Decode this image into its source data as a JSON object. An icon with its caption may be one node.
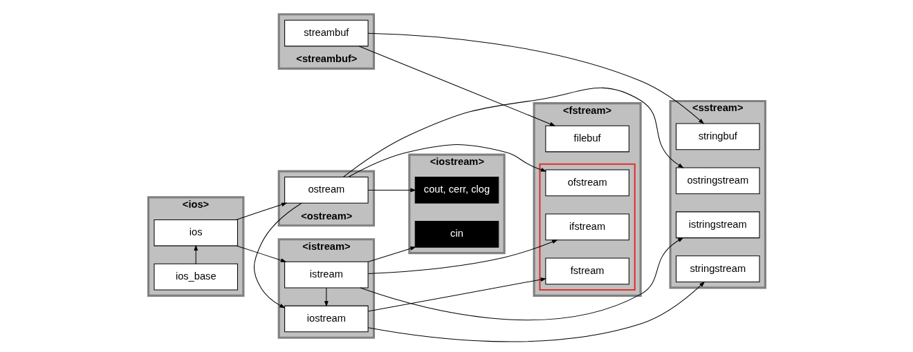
{
  "diagram": {
    "nodes": [
      {
        "text": [
          "<ios>"
        ]
      },
      {
        "text": [
          "ios_base"
        ],
        "in": 0
      },
      {
        "text": [
          "ios"
        ],
        "in": 0
      },
      {
        "text": [
          "<istream>"
        ]
      },
      {
        "text": [
          "istream"
        ],
        "in": 3
      },
      {
        "text": [
          "iostream"
        ],
        "in": 3
      },
      {
        "text": [
          "<ostream>"
        ]
      },
      {
        "text": [
          "ostream"
        ],
        "in": 6
      },
      {
        "text": [
          "<streambuf>"
        ]
      },
      {
        "text": [
          "streambuf"
        ],
        "in": 8
      },
      {
        "text": [
          "<iostream>"
        ]
      },
      {
        "text": [
          "cin"
        ],
        "in": 10
      },
      {
        "text": [
          "cout, cerr, clog"
        ],
        "in": 10
      },
      {
        "text": [
          "<fstream>"
        ]
      },
      {
        "text": [],
        "shape": "box",
        "in": 13
      },
      {
        "text": [
          "ifstream"
        ],
        "in": 14
      },
      {
        "text": [
          "fstream"
        ],
        "in": 14
      },
      {
        "text": [
          "ofstream"
        ],
        "in": 14
      },
      {
        "text": [
          "filebuf"
        ],
        "in": 13
      },
      {
        "text": [
          "<sstream>"
        ]
      },
      {
        "text": [
          "istringstream"
        ],
        "in": 19
      },
      {
        "text": [
          "stringstream"
        ],
        "in": 19
      },
      {
        "text": [
          "ostringstream"
        ],
        "in": 19
      },
      {
        "text": [
          "stringbuf"
        ],
        "in": 19
      }
    ],
    "edges": [
      {
        "from": 1,
        "to": 2,
        "arrow": "to"
      },
      {
        "from": 2,
        "to": 4,
        "arrow": "to"
      },
      {
        "from": 2,
        "to": 7,
        "arrow": "to"
      },
      {
        "from": 4,
        "to": 5,
        "arrow": "to"
      },
      {
        "from": 7,
        "to": 5,
        "arrow": "to"
      },
      {
        "from": 4,
        "to": 15,
        "arrow": "to"
      },
      {
        "from": 4,
        "to": 20,
        "arrow": "to"
      },
      {
        "from": 4,
        "to": 11,
        "arrow": "to"
      },
      {
        "from": 5,
        "to": 16,
        "arrow": "to"
      },
      {
        "from": 5,
        "to": 21,
        "arrow": "to"
      },
      {
        "from": 7,
        "to": 17,
        "arrow": "to"
      },
      {
        "from": 7,
        "to": 22,
        "arrow": "to"
      },
      {
        "from": 7,
        "to": 12,
        "arrow": "to"
      },
      {
        "from": 9,
        "to": 18,
        "arrow": "to"
      },
      {
        "from": 9,
        "to": 23,
        "arrow": "to"
      }
    ]
  }
}
